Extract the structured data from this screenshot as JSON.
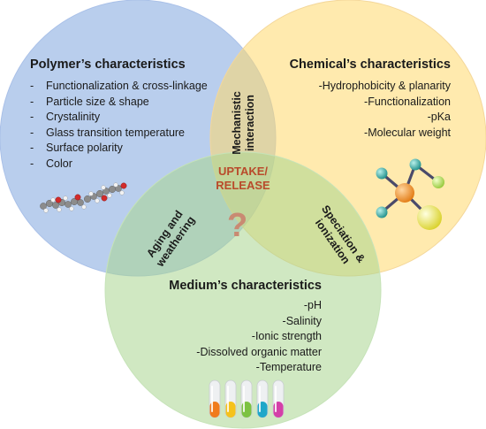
{
  "colors": {
    "polymer_circle": "#7fa6de",
    "chemical_circle": "#ffd86b",
    "medium_circle": "#a9d690",
    "uptake_text": "#b94a2b",
    "question_mark": "#c98a72"
  },
  "polymer": {
    "title": "Polymer’s characteristics",
    "items": [
      "Functionalization & cross-linkage",
      "Particle size & shape",
      "Crystalinity",
      "Glass transition temperature",
      "Surface polarity",
      "Color"
    ]
  },
  "chemical": {
    "title": "Chemical’s characteristics",
    "items": [
      "Hydrophobicity & planarity",
      "Functionalization",
      "pKa",
      "Molecular weight"
    ]
  },
  "medium": {
    "title": "Medium’s characteristics",
    "items": [
      "pH",
      "Salinity",
      "Ionic strength",
      "Dissolved organic matter",
      "Temperature"
    ]
  },
  "intersections": {
    "mechanistic_line1": "Mechanistic",
    "mechanistic_line2": "interaction",
    "aging_line1": "Aging and",
    "aging_line2": "weathering",
    "speciation_line1": "Speciation &",
    "speciation_line2": "ionization",
    "uptake_line1": "UPTAKE/",
    "uptake_line2": "RELEASE",
    "question": "?"
  },
  "icons": {
    "polymer_chain": "polymer-chain-molecule-icon",
    "chemical_molecule": "ball-and-stick-molecule-icon",
    "test_tubes": "test-tubes-icon"
  }
}
